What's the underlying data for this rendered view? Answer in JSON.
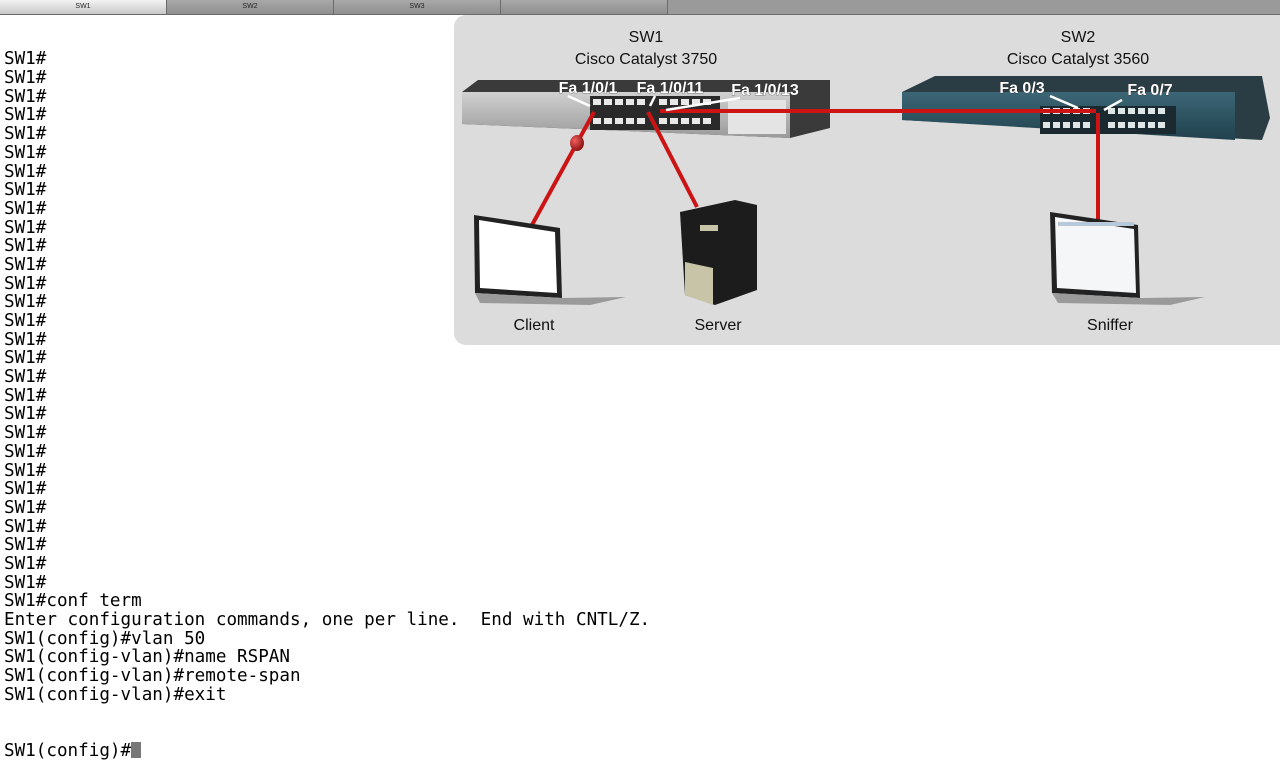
{
  "tabs": [
    {
      "label": "SW1",
      "active": true
    },
    {
      "label": "SW2",
      "active": false
    },
    {
      "label": "SW3",
      "active": false
    }
  ],
  "terminal": {
    "lines": [
      "SW1#",
      "SW1#",
      "SW1#",
      "SW1#",
      "SW1#",
      "SW1#",
      "SW1#",
      "SW1#",
      "SW1#",
      "SW1#",
      "SW1#",
      "SW1#",
      "SW1#",
      "SW1#",
      "SW1#",
      "SW1#",
      "SW1#",
      "SW1#",
      "SW1#",
      "SW1#",
      "SW1#",
      "SW1#",
      "SW1#",
      "SW1#",
      "SW1#",
      "SW1#",
      "SW1#",
      "SW1#",
      "SW1#",
      "SW1#conf term",
      "Enter configuration commands, one per line.  End with CNTL/Z.",
      "SW1(config)#vlan 50",
      "SW1(config-vlan)#name RSPAN",
      "SW1(config-vlan)#remote-span",
      "SW1(config-vlan)#exit"
    ],
    "prompt": "SW1(config)#"
  },
  "diagram": {
    "sw1": {
      "name": "SW1",
      "model": "Cisco Catalyst 3750"
    },
    "sw2": {
      "name": "SW2",
      "model": "Cisco Catalyst 3560"
    },
    "ports": {
      "sw1_client": "Fa 1/0/1",
      "sw1_server": "Fa 1/0/11",
      "sw1_trunk": "Fa 1/0/13",
      "sw2_trunk": "Fa 0/3",
      "sw2_sniffer": "Fa 0/7"
    },
    "devices": {
      "client": "Client",
      "server": "Server",
      "sniffer": "Sniffer"
    },
    "colors": {
      "link": "#cc1414",
      "panel": "#dcdcdc",
      "sw2_body": "#2f5565"
    }
  }
}
